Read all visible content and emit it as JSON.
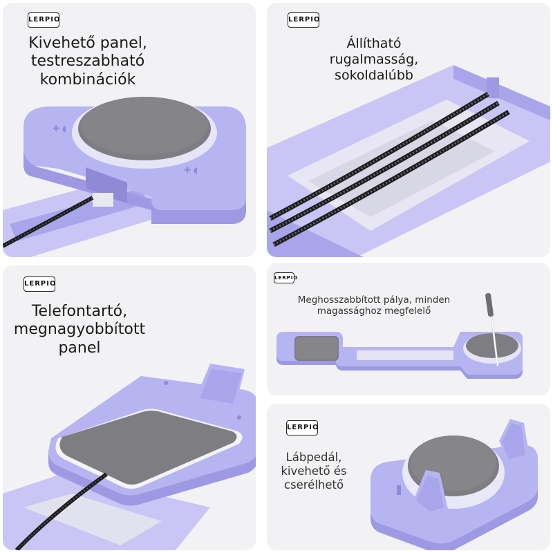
{
  "brand": {
    "logo_text": "LERPIO"
  },
  "colors": {
    "lavender": "#b7b4f2",
    "lavender_dark": "#8f8ad6",
    "pad_gray": "#7d7d82",
    "cord_black": "#1d1d1f",
    "panel_bg": "#f2f2f4"
  },
  "panels": [
    {
      "caption": [
        "Kivehető panel,",
        "testreszabható",
        "kombinációk"
      ]
    },
    {
      "caption": [
        "Állítható",
        "rugalmasság,",
        "sokoldalúbb"
      ]
    },
    {
      "caption": [
        "Telefontartó,",
        "megnagyobbított",
        "panel"
      ]
    },
    {
      "caption": [
        "Meghosszabbított pálya, minden",
        "magassághoz megfelelő"
      ]
    },
    {
      "caption": [
        "Lábpedál,",
        "kivehető és",
        "cserélhető"
      ]
    }
  ]
}
